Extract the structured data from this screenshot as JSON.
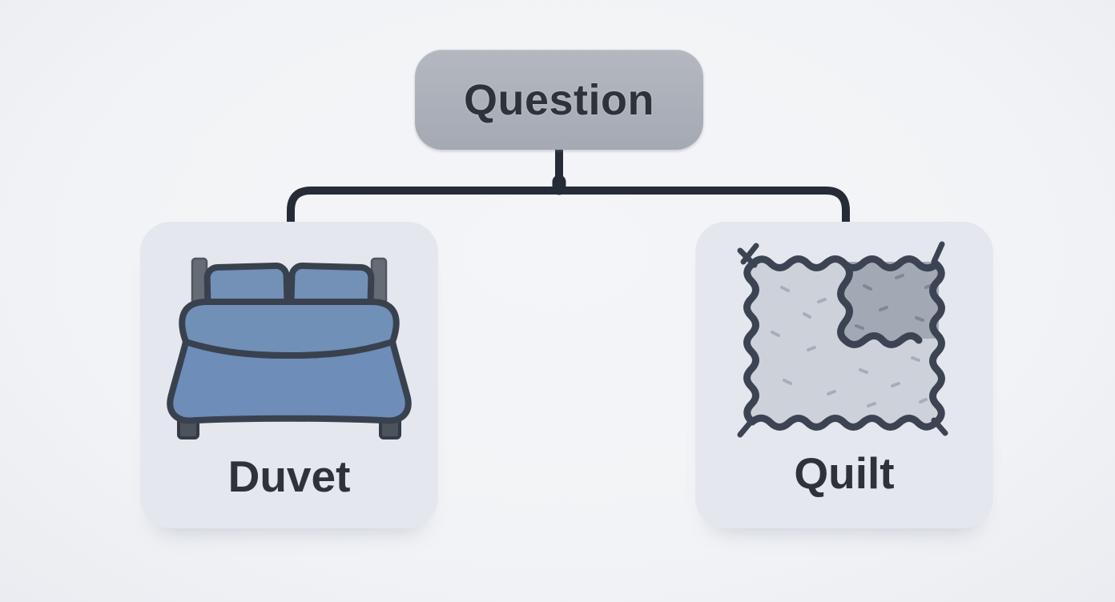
{
  "diagram": {
    "root_label": "Question",
    "options": [
      {
        "label": "Duvet",
        "icon": "bed-duvet-icon"
      },
      {
        "label": "Quilt",
        "icon": "quilt-icon"
      }
    ],
    "colors": {
      "bg_light": "#F4F5F8",
      "bg_mid": "#F1F3F6",
      "bg_dark": "#EAECF1",
      "root_fill_top": "#B4B8C0",
      "root_fill_bottom": "#A5A9B3",
      "dark_text": "#2E323B",
      "connector": "#262C37",
      "card_fill": "#E4E7EE",
      "outline_navy": "#39414F",
      "duvet_blue": "#6E8DB8",
      "band_blue": "#7190B7",
      "pillow_blue": "#7390B6",
      "post_gray": "#666C75",
      "post_edge": "#51565F",
      "foot_gray": "#4D535D",
      "foot_edge": "#343B46",
      "quilt_light": "#CDD2DA",
      "quilt_dark": "#A2A9B4",
      "quilt_outline": "#3C4454",
      "stitch_light": "#A7ADBA",
      "stitch_dark": "#7F8797"
    }
  }
}
